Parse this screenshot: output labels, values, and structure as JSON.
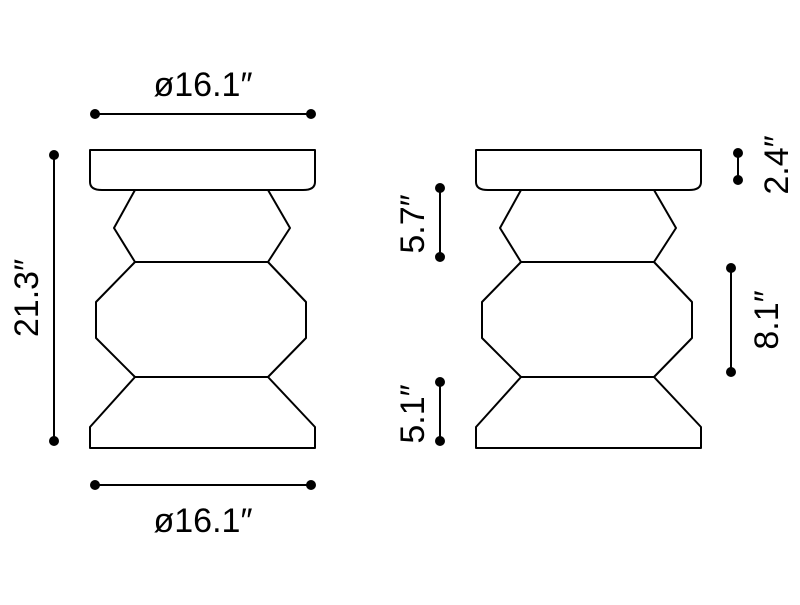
{
  "colors": {
    "ink": "#000000",
    "background": "#ffffff"
  },
  "dimensions": {
    "top_diameter": "ø16.1″",
    "bottom_diameter": "ø16.1″",
    "overall_height": "21.3″",
    "top_thickness": "2.4″",
    "upper_section": "5.7″",
    "middle_section": "8.1″",
    "base_section": "5.1″"
  }
}
